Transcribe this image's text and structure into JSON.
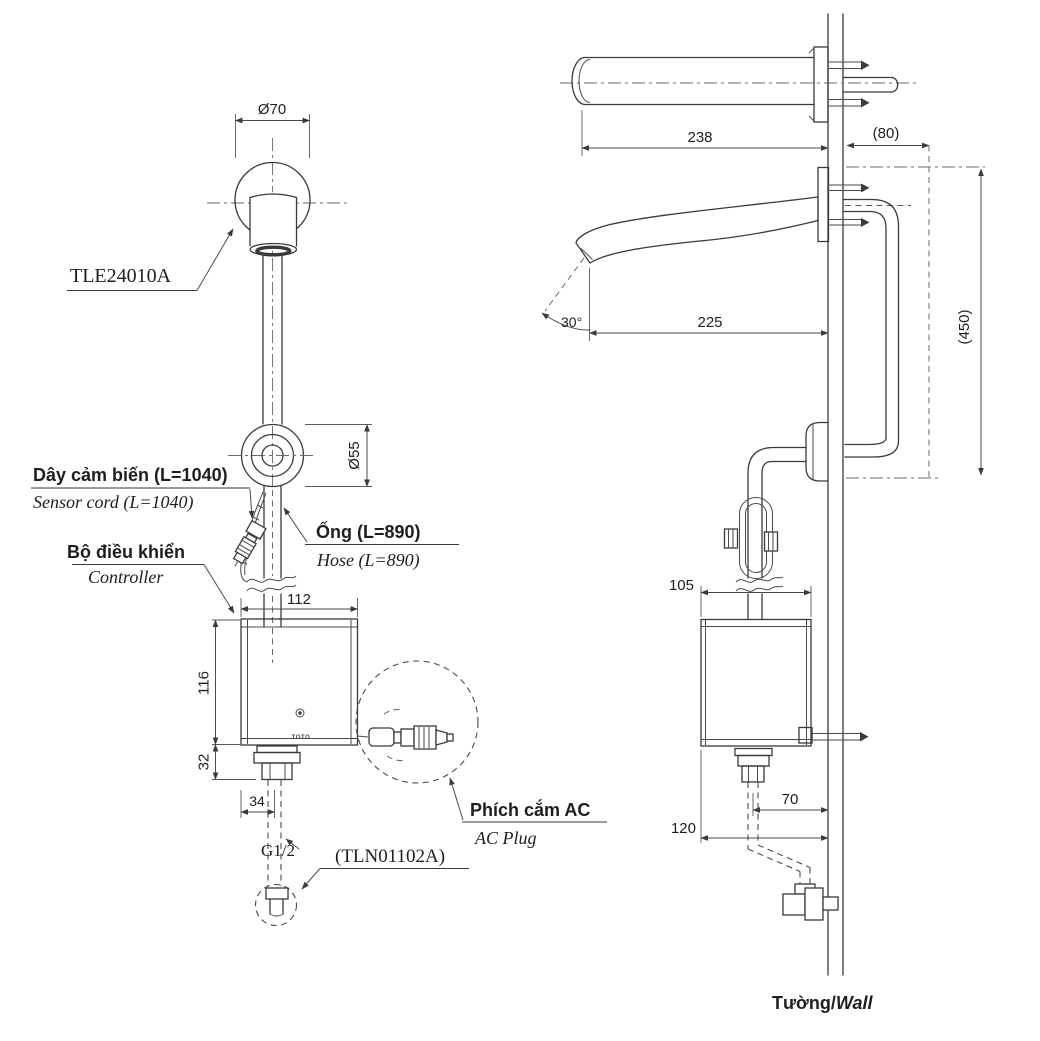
{
  "front": {
    "spout_code": "TLE24010A",
    "dia70": "Ø70",
    "dia55": "Ø55",
    "sensor_cord_vi": "Dây cảm biến (L=1040)",
    "sensor_cord_en": "Sensor cord (L=1040)",
    "hose_vi": "Ống (L=890)",
    "hose_en": "Hose (L=890)",
    "controller_vi": "Bộ điều khiển",
    "controller_en": "Controller",
    "w112": "112",
    "h116": "116",
    "h32": "32",
    "w34": "34",
    "thread": "G1/2",
    "valve_code": "(TLN01102A)",
    "ac_vi": "Phích cắm AC",
    "ac_en": "AC Plug",
    "logo": "TOTO"
  },
  "side": {
    "d238": "238",
    "d80": "(80)",
    "d225": "225",
    "a30": "30°",
    "d450": "(450)",
    "d105": "105",
    "d70": "70",
    "d120": "120",
    "wall_vi": "Tường/",
    "wall_en": "Wall"
  }
}
